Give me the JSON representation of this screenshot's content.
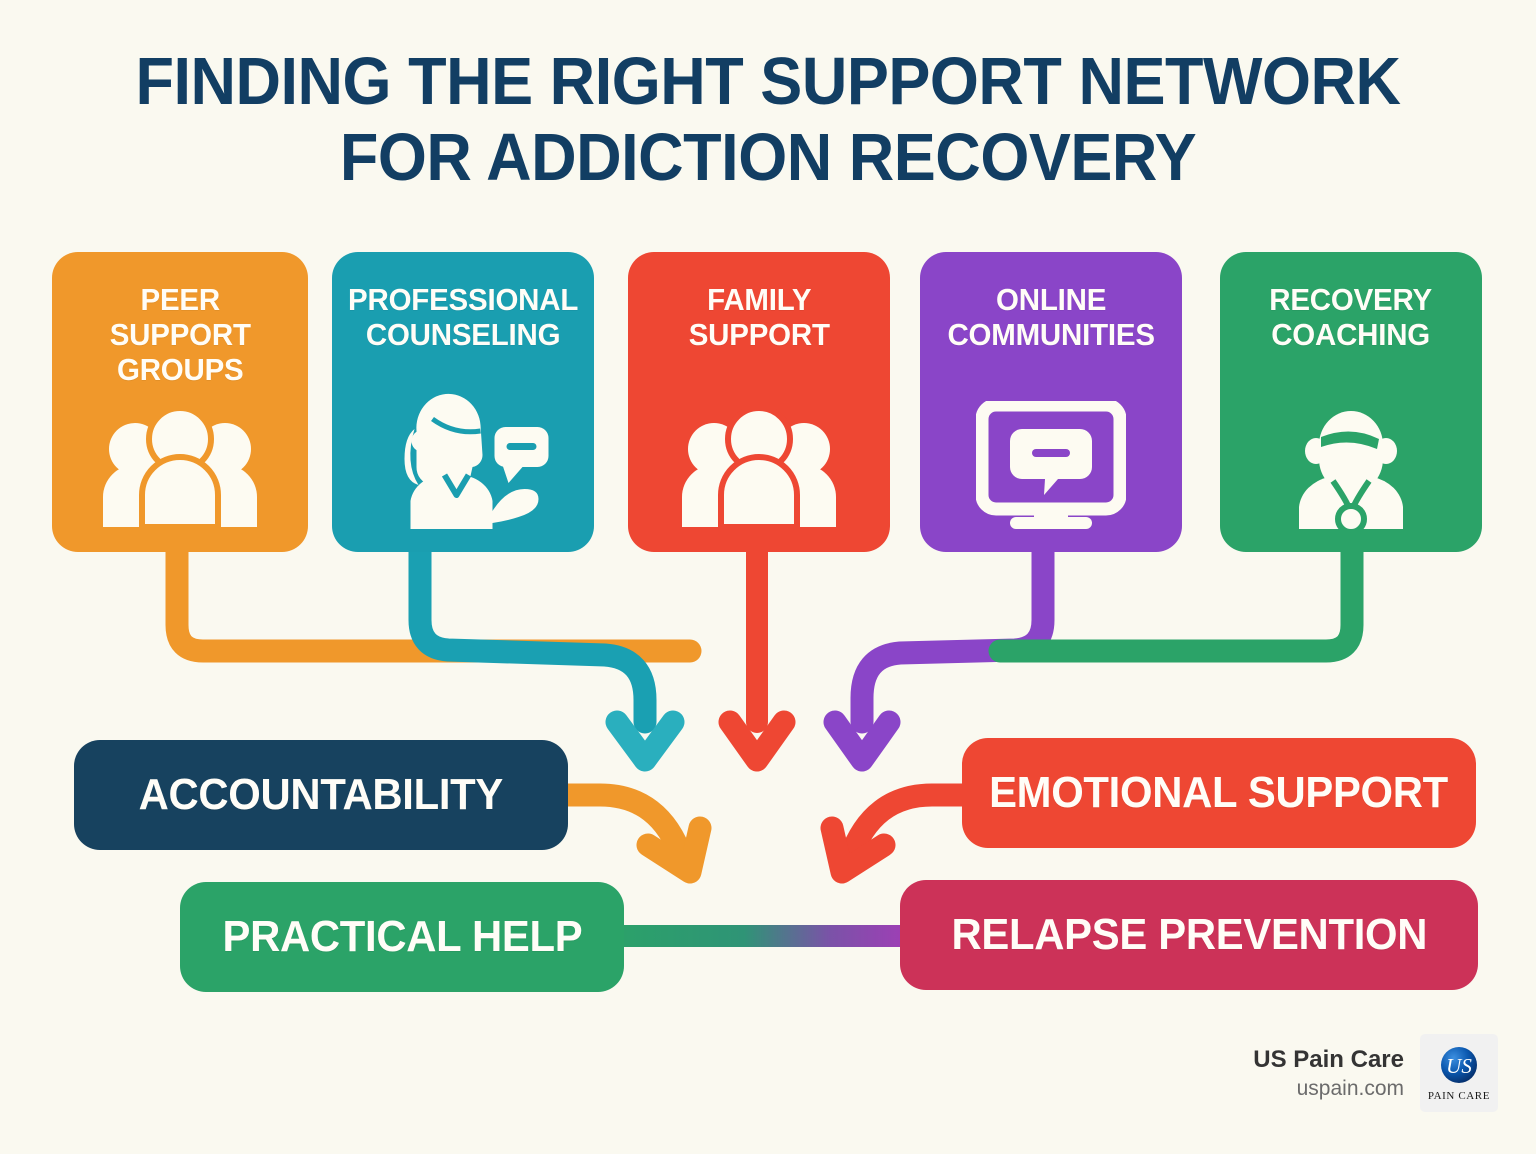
{
  "page": {
    "background": "#FAF9F0",
    "title_line1": "FINDING THE RIGHT SUPPORT NETWORK",
    "title_line2": "FOR ADDICTION RECOVERY",
    "title_color": "#123E63"
  },
  "sources": [
    {
      "id": "peer-support-groups",
      "label": "PEER\nSUPPORT\nGROUPS",
      "color": "#F0982B",
      "icon": "group-of-people-icon"
    },
    {
      "id": "professional-counseling",
      "label": "PROFESSIONAL\nCOUNSELING",
      "color": "#1A9EB0",
      "icon": "counselor-with-speech-bubble-icon"
    },
    {
      "id": "family-support",
      "label": "FAMILY\nSUPPORT",
      "color": "#EE4733",
      "icon": "family-group-icon"
    },
    {
      "id": "online-communities",
      "label": "ONLINE\nCOMMUNITIES",
      "color": "#8A45C8",
      "icon": "monitor-chat-icon"
    },
    {
      "id": "recovery-coaching",
      "label": "RECOVERY\nCOACHING",
      "color": "#2BA368",
      "icon": "coach-with-whistle-icon"
    }
  ],
  "outcomes": [
    {
      "id": "accountability",
      "label": "ACCOUNTABILITY",
      "color": "#17425F"
    },
    {
      "id": "emotional-support",
      "label": "EMOTIONAL SUPPORT",
      "color": "#EE4733"
    },
    {
      "id": "practical-help",
      "label": "PRACTICAL HELP",
      "color": "#2BA368"
    },
    {
      "id": "relapse-prevention",
      "label": "RELAPSE PREVENTION",
      "color": "#CC3258"
    }
  ],
  "connectors": [
    {
      "id": "peer-to-accountability",
      "color": "#F0982B",
      "from": "peer-support-groups",
      "style": "elbow-right"
    },
    {
      "id": "counseling-down-arrow",
      "color": "#1A9EB0",
      "from": "professional-counseling",
      "style": "elbow-arrow-down"
    },
    {
      "id": "family-down-arrow",
      "color": "#EE4733",
      "from": "family-support",
      "style": "straight-arrow-down"
    },
    {
      "id": "online-down-arrow",
      "color": "#8A45C8",
      "from": "online-communities",
      "style": "elbow-arrow-down"
    },
    {
      "id": "coaching-to-emotional",
      "color": "#2BA368",
      "from": "recovery-coaching",
      "style": "elbow-left"
    },
    {
      "id": "accountability-to-practical",
      "color": "#F0982B",
      "from": "accountability",
      "style": "curved-arrow-down-right"
    },
    {
      "id": "emotional-to-relapse",
      "color": "#EE4733",
      "from": "emotional-support",
      "style": "curved-arrow-down-left"
    },
    {
      "id": "practical-to-relapse",
      "color_start": "#2BA368",
      "color_end": "#A53BB8",
      "style": "gradient-bar"
    }
  ],
  "footer": {
    "brand": "US Pain Care",
    "url": "uspain.com",
    "logo_mark": "US",
    "logo_caption": "PAIN CARE",
    "logo_color": "#0A4FA0"
  }
}
